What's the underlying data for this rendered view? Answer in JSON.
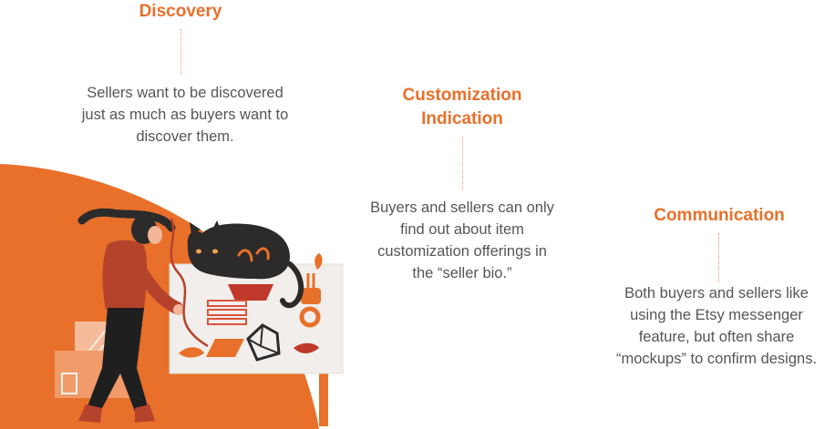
{
  "insights": [
    {
      "heading": "Discovery",
      "body": "Sellers want to be discovered\njust as much as buyers want to\ndiscover them."
    },
    {
      "heading": "Customization\nIndication",
      "body": "Buyers and sellers can only\nfind out about item\ncustomization offerings in\nthe “seller bio.”"
    },
    {
      "heading": "Communication",
      "body": "Both buyers and sellers like\nusing the Etsy messenger\nfeature, but often share\n“mockups” to confirm designs."
    }
  ],
  "colors": {
    "accent": "#e8702a",
    "body_text": "#555555",
    "backdrop": "#e8702a",
    "connector": "#e8a27a"
  },
  "illustration": {
    "icons": [
      "woman-artist-icon",
      "black-cat-icon",
      "easel-board-icon",
      "paint-boxes-icon"
    ]
  }
}
